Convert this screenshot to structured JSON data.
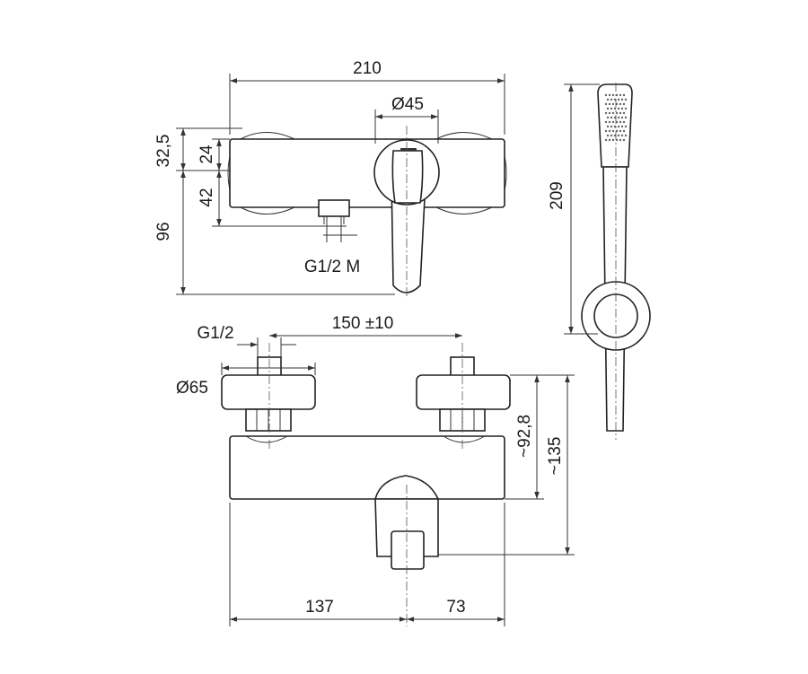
{
  "dimensions": {
    "width_210": "210",
    "dia_45": "Ø45",
    "h_32_5": "32,5",
    "h_24": "24",
    "h_42": "42",
    "h_96": "96",
    "thread_g12m": "G1/2 M",
    "shower_209": "209",
    "thread_g12": "G1/2",
    "center_150": "150 ±10",
    "dia_65": "Ø65",
    "h_92_8": "~92,8",
    "h_135": "~135",
    "w_137": "137",
    "w_73": "73"
  }
}
